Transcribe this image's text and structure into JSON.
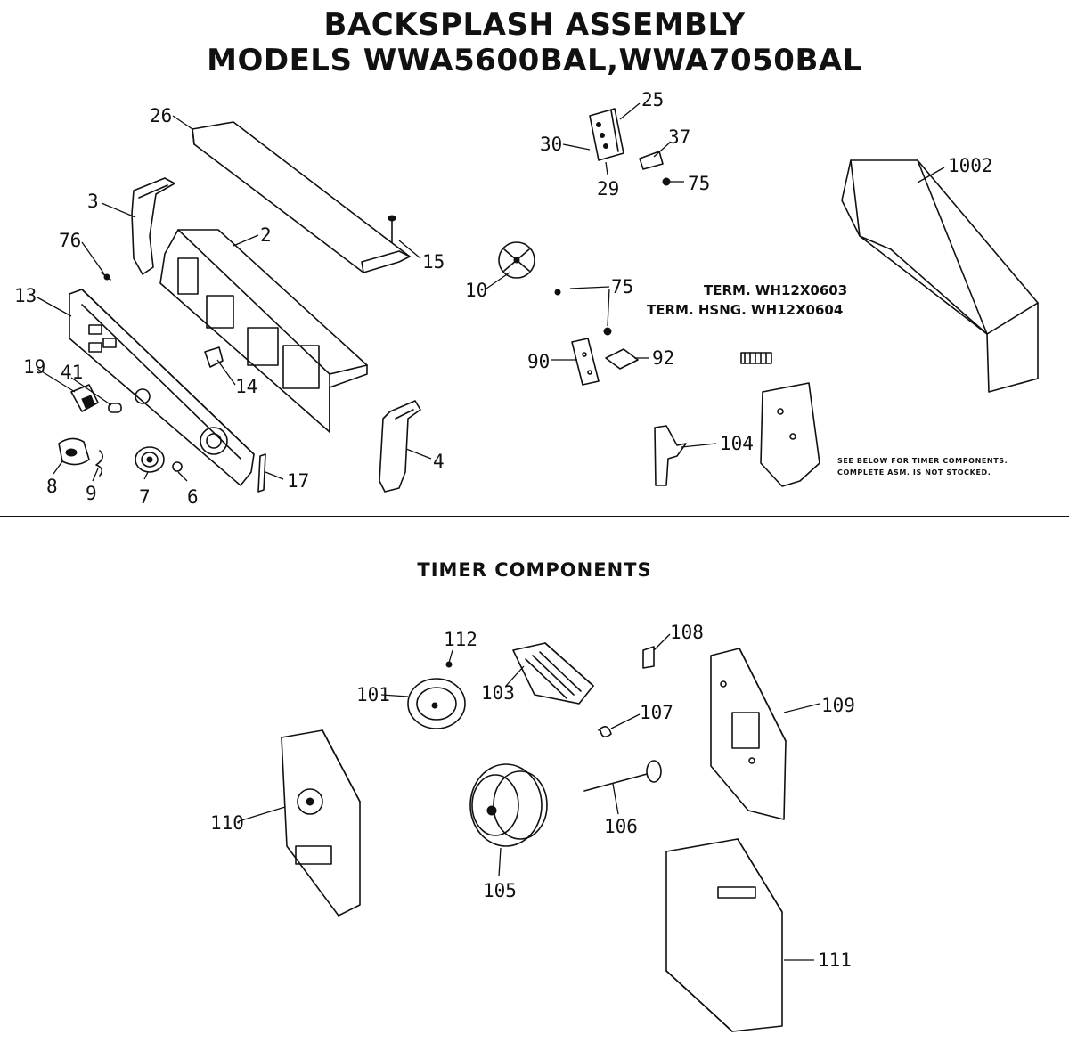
{
  "header": {
    "title_line1": "BACKSPLASH ASSEMBLY",
    "title_line2": "MODELS WWA5600BAL,WWA7050BAL"
  },
  "timer_section": {
    "title": "TIMER COMPONENTS"
  },
  "notes": {
    "term": "TERM. WH12X0603",
    "term_housing": "TERM. HSNG. WH12X0604",
    "timer_note_line1": "SEE BELOW FOR TIMER COMPONENTS.",
    "timer_note_line2": "COMPLETE ASM. IS NOT STOCKED."
  },
  "callouts": {
    "c26": "26",
    "c3": "3",
    "c76": "76",
    "c2": "2",
    "c15": "15",
    "c13": "13",
    "c19": "19",
    "c41": "41",
    "c14": "14",
    "c4": "4",
    "c17": "17",
    "c8": "8",
    "c9": "9",
    "c7": "7",
    "c6": "6",
    "c25": "25",
    "c30": "30",
    "c29": "29",
    "c37": "37",
    "c75a": "75",
    "c10": "10",
    "c75b": "75",
    "c90": "90",
    "c92": "92",
    "c1002": "1002",
    "c104": "104",
    "c112": "112",
    "c101": "101",
    "c103": "103",
    "c108": "108",
    "c107": "107",
    "c109": "109",
    "c110": "110",
    "c105": "105",
    "c106": "106",
    "c111": "111"
  }
}
